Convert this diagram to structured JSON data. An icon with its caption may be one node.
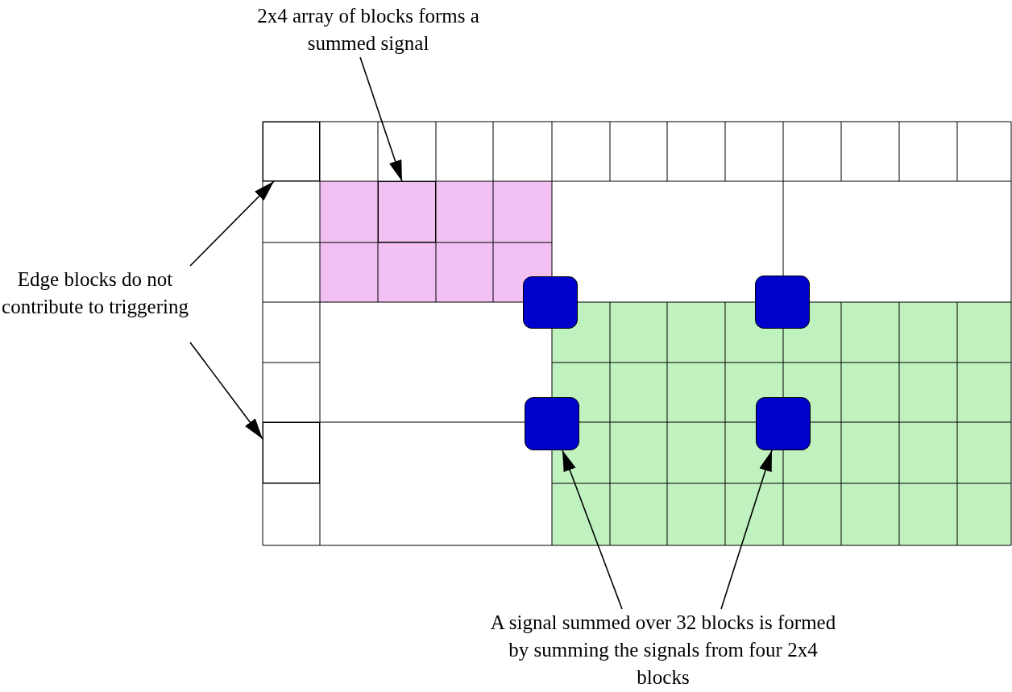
{
  "diagram": {
    "nodes": [
      {
        "text": [
          "2x4 array of blocks forms a summed signal"
        ]
      },
      {
        "text": [],
        "shape": "box"
      },
      {
        "text": [],
        "shape": "box"
      },
      {
        "text": [
          "Edge blocks do not contribute to triggering"
        ]
      },
      {
        "text": [],
        "shape": "box"
      },
      {
        "text": [],
        "shape": "box"
      },
      {
        "text": [],
        "shape": "box"
      },
      {
        "text": [],
        "shape": "box"
      },
      {
        "text": [],
        "shape": "box"
      },
      {
        "text": [
          "A signal summed over 32 blocks is formed by summing the signals from four 2x4 blocks"
        ]
      }
    ],
    "edges": [
      {
        "from": 0,
        "to": 2,
        "arrow": "to"
      },
      {
        "from": 3,
        "to": 1,
        "arrow": "to"
      },
      {
        "from": 3,
        "to": 8,
        "arrow": "to"
      },
      {
        "from": 9,
        "to": 6,
        "arrow": "to"
      },
      {
        "from": 9,
        "to": 7,
        "arrow": "to"
      }
    ]
  }
}
